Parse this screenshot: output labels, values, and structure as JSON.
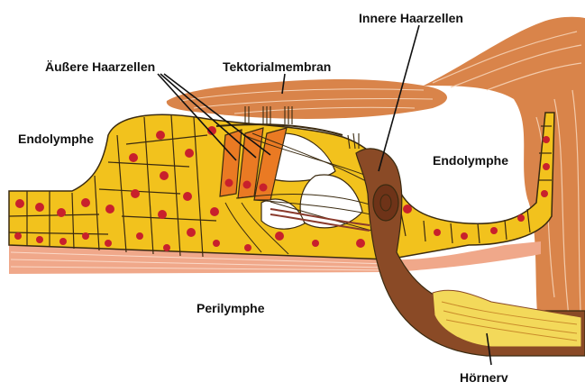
{
  "labels": {
    "inner_hair_cells": "Innere Haarzellen",
    "outer_hair_cells": "Äußere Haarzellen",
    "tectorial_membrane": "Tektorialmembran",
    "endolymph_left": "Endolymphe",
    "endolymph_right": "Endolymphe",
    "perilymph": "Perilymphe",
    "auditory_nerve": "Hörnerv"
  },
  "colors": {
    "background": "#ffffff",
    "supporting_cells": "#f2c21d",
    "cell_outline": "#3a2a10",
    "nuclei": "#c8202c",
    "tectorial_membrane": "#d9844a",
    "outer_hair_cells": "#ea7a23",
    "inner_hair_cell": "#a65a2e",
    "basilar_membrane": "#f0a88a",
    "nerve": "#8a4a26",
    "nerve_fibers": "#f3d95a",
    "label_text": "#111111"
  }
}
